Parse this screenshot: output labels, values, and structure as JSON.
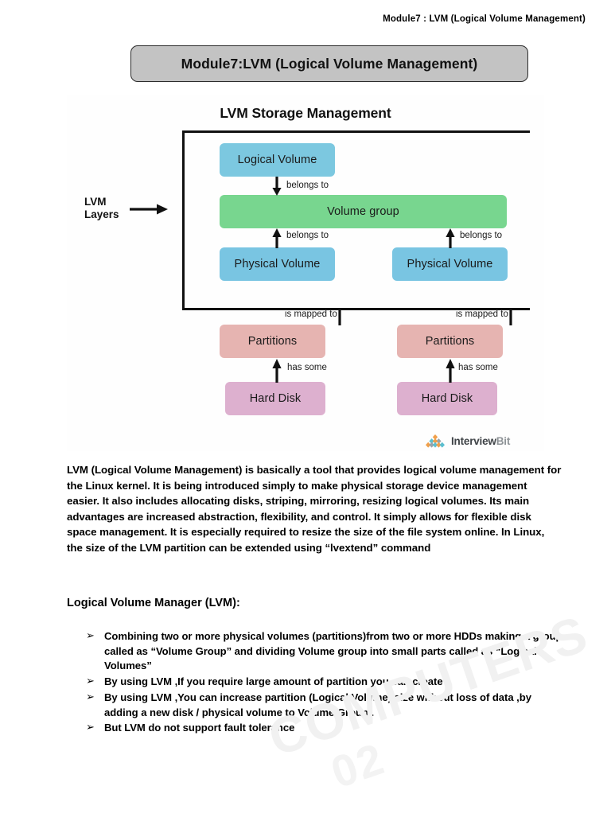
{
  "header": {
    "running_title": "Module7 : LVM (Logical Volume Management)"
  },
  "title_banner": {
    "text": "Module7:LVM (Logical Volume Management)"
  },
  "figure": {
    "title": "LVM Storage Management",
    "layers_label_line1": "LVM",
    "layers_label_line2": "Layers",
    "nodes": {
      "logical_volume": "Logical Volume",
      "volume_group": "Volume group",
      "physical_volume_left": "Physical Volume",
      "physical_volume_right": "Physical Volume",
      "partitions_left": "Partitions",
      "partitions_right": "Partitions",
      "hard_disk_left": "Hard Disk",
      "hard_disk_right": "Hard Disk"
    },
    "edge_labels": {
      "lv_to_vg": "belongs to",
      "pv_left_to_vg": "belongs to",
      "pv_right_to_vg": "belongs to",
      "partitions_left_mapped": "is mapped to",
      "partitions_right_mapped": "is mapped to",
      "hard_disk_left_has": "has some",
      "hard_disk_right_has": "has some"
    },
    "colors": {
      "logical_volume": "#7cc8e0",
      "volume_group": "#78d68f",
      "physical_volume": "#79c5e2",
      "partitions": "#e6b4b1",
      "hard_disk": "#ddb0cf",
      "frame": "#111111",
      "banner_fill": "#c3c3c3"
    },
    "logo": {
      "name_primary": "Interview",
      "name_secondary": "Bit",
      "mark_colors": [
        "#f0a04b",
        "#5bbfd0",
        "#9aa3a8"
      ]
    }
  },
  "body": {
    "paragraph": "LVM (Logical Volume Management) is basically a tool that provides logical volume management for the Linux kernel. It is being introduced simply to make physical storage device management easier. It also includes allocating disks, striping, mirroring, resizing logical volumes. Its main advantages are increased abstraction, flexibility, and control. It simply allows for flexible disk space management. It is especially required to resize the size of the file system online. In Linux, the size of the LVM partition can be extended using “lvextend” command",
    "section_heading": "Logical Volume Manager (LVM):",
    "bullet_marker": "➢",
    "bullets": [
      "Combining two or more physical volumes (partitions)from two or more HDDs making a group called as “Volume Group” and dividing Volume group into small parts called as “Logical Volumes”",
      "By using LVM ,If you require large amount of partition you can create",
      "By using LVM ,You can increase partition (Logical Volume) size without loss of data ,by adding a new disk / physical volume to Volume Group .",
      "But LVM do not support fault tolerance"
    ]
  },
  "watermark": {
    "line1": "COMPUTERS",
    "line2": "02"
  }
}
